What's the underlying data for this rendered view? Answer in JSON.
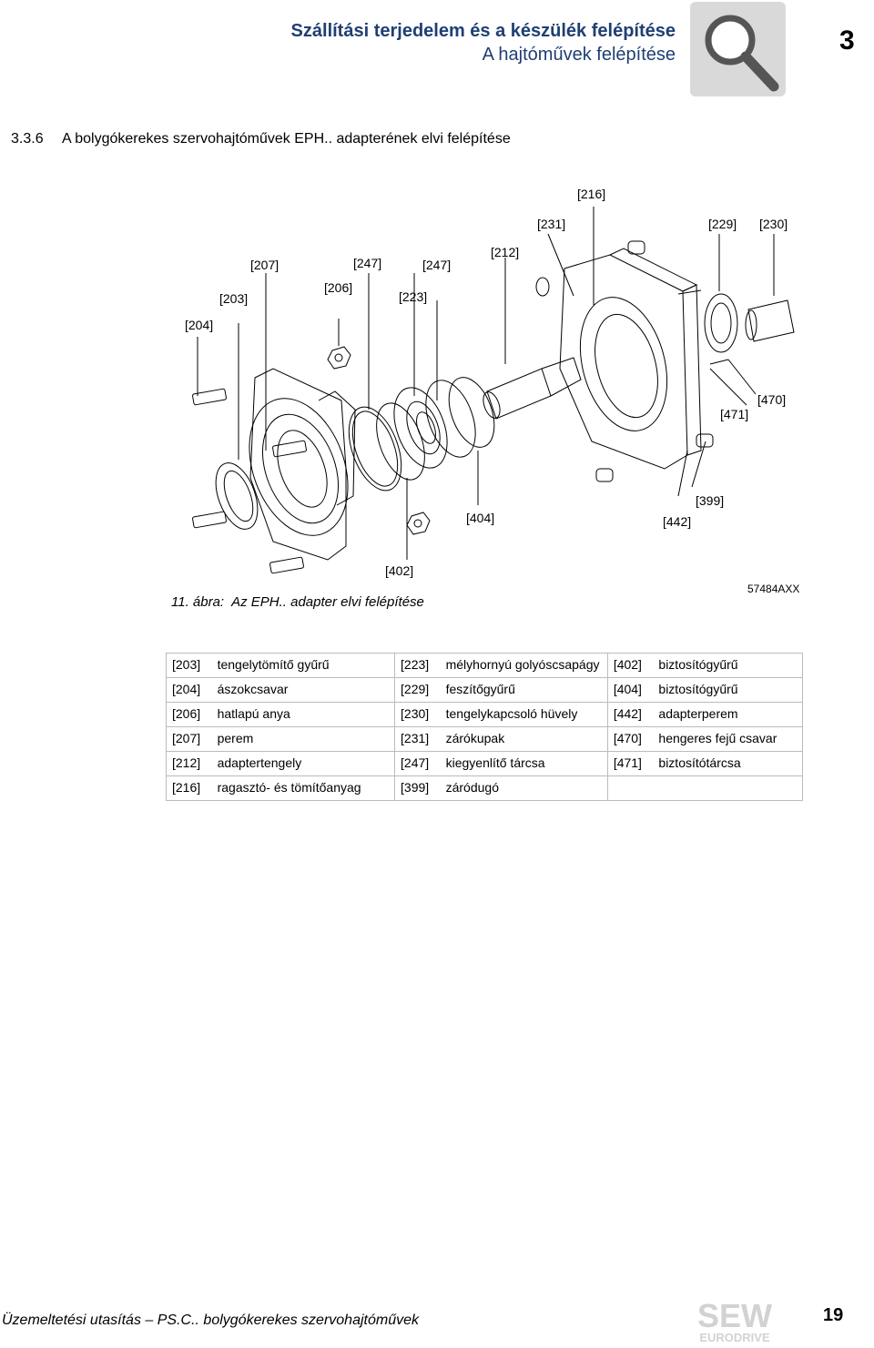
{
  "header": {
    "title_line1": "Szállítási terjedelem és a készülék felépítése",
    "title_line2": "A hajtóművek felépítése",
    "chapter": "3",
    "icon": "magnifier-icon"
  },
  "section": {
    "number": "3.3.6",
    "title": "A bolygókerekes szervohajtóművek EPH.. adapterének elvi felépítése"
  },
  "figure": {
    "callouts": {
      "c216": "[216]",
      "c231": "[231]",
      "c229": "[229]",
      "c230": "[230]",
      "c207": "[207]",
      "c247a": "[247]",
      "c247b": "[247]",
      "c212": "[212]",
      "c203": "[203]",
      "c206": "[206]",
      "c223": "[223]",
      "c204": "[204]",
      "c471": "[471]",
      "c470": "[470]",
      "c399": "[399]",
      "c404": "[404]",
      "c442": "[442]",
      "c402": "[402]"
    },
    "caption_label": "11. ábra:",
    "caption_text": "Az EPH.. adapter elvi felépítése",
    "figure_id": "57484AXX"
  },
  "legend": [
    [
      [
        "[203]",
        "tengelytömítő gyűrű"
      ],
      [
        "[223]",
        "mélyhornyú golyóscsapágy"
      ],
      [
        "[402]",
        "biztosítógyűrű"
      ]
    ],
    [
      [
        "[204]",
        "ászokcsavar"
      ],
      [
        "[229]",
        "feszítőgyűrű"
      ],
      [
        "[404]",
        "biztosítógyűrű"
      ]
    ],
    [
      [
        "[206]",
        "hatlapú anya"
      ],
      [
        "[230]",
        "tengelykapcsoló hüvely"
      ],
      [
        "[442]",
        "adapterperem"
      ]
    ],
    [
      [
        "[207]",
        "perem"
      ],
      [
        "[231]",
        "zárókupak"
      ],
      [
        "[470]",
        "hengeres fejű csavar"
      ]
    ],
    [
      [
        "[212]",
        "adaptertengely"
      ],
      [
        "[247]",
        "kiegyenlítő tárcsa"
      ],
      [
        "[471]",
        "biztosítótárcsa"
      ]
    ],
    [
      [
        "[216]",
        "ragasztó- és tömítőanyag"
      ],
      [
        "[399]",
        "záródugó"
      ],
      [
        "",
        ""
      ]
    ]
  ],
  "footer": {
    "text": "Üzemeltetési utasítás – PS.C.. bolygókerekes szervohajtóművek",
    "brand_top": "SEW",
    "brand_bottom": "EURODRIVE",
    "page": "19"
  }
}
